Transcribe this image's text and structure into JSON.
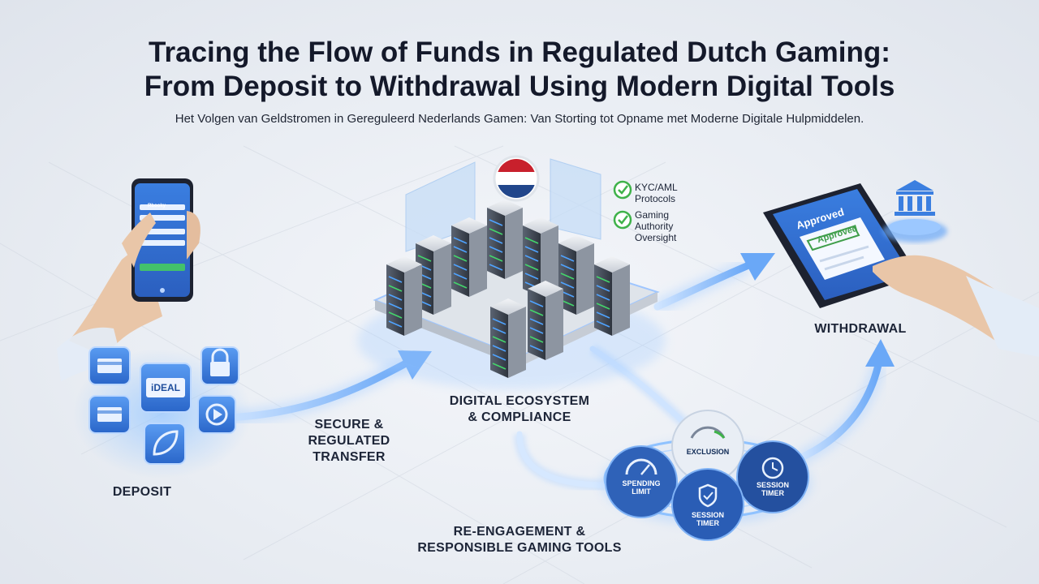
{
  "header": {
    "title_line1": "Tracing the Flow of Funds in Regulated Dutch Gaming:",
    "title_line2": "From Deposit to Withdrawal Using Modern Digital Tools",
    "subtitle": "Het Volgen van Geldstromen in Gereguleerd Nederlands Gamen: Van Storting tot Opname met Moderne Digitale Hulpmiddelen."
  },
  "flow": {
    "deposit_label": "DEPOSIT",
    "transfer_label": [
      "SECURE &",
      "REGULATED",
      "TRANSFER"
    ],
    "ecosystem_label": [
      "DIGITAL ECOSYSTEM",
      "& COMPLIANCE"
    ],
    "withdrawal_label": "WITHDRAWAL",
    "responsible_label": [
      "RE-ENGAGEMENT &",
      "RESPONSIBLE GAMING TOOLS"
    ]
  },
  "compliance": {
    "items": [
      {
        "lines": [
          "KYC/AML",
          "Protocols"
        ]
      },
      {
        "lines": [
          "Gaming",
          "Authority",
          "Oversight"
        ]
      }
    ]
  },
  "phone": {
    "app_name": "Rbooky"
  },
  "payment_methods": {
    "ideal_label": "iDEAL"
  },
  "tablet": {
    "header_text": "Approved",
    "stamp_text": "Approved"
  },
  "tools": {
    "exclusion": "EXCLUSION",
    "spending": [
      "SPENDING",
      "LIMIT"
    ],
    "session_right": [
      "SESSION",
      "TIMER"
    ],
    "session_bottom": [
      "SESSION",
      "TIMER"
    ]
  },
  "colors": {
    "accent_blue": "#2f6fd6",
    "glow_blue": "#8fc2ff",
    "dark_blue": "#1f4e9c",
    "check_green": "#3fb24a",
    "flag_red": "#c8202c",
    "flag_blue": "#21468b"
  }
}
